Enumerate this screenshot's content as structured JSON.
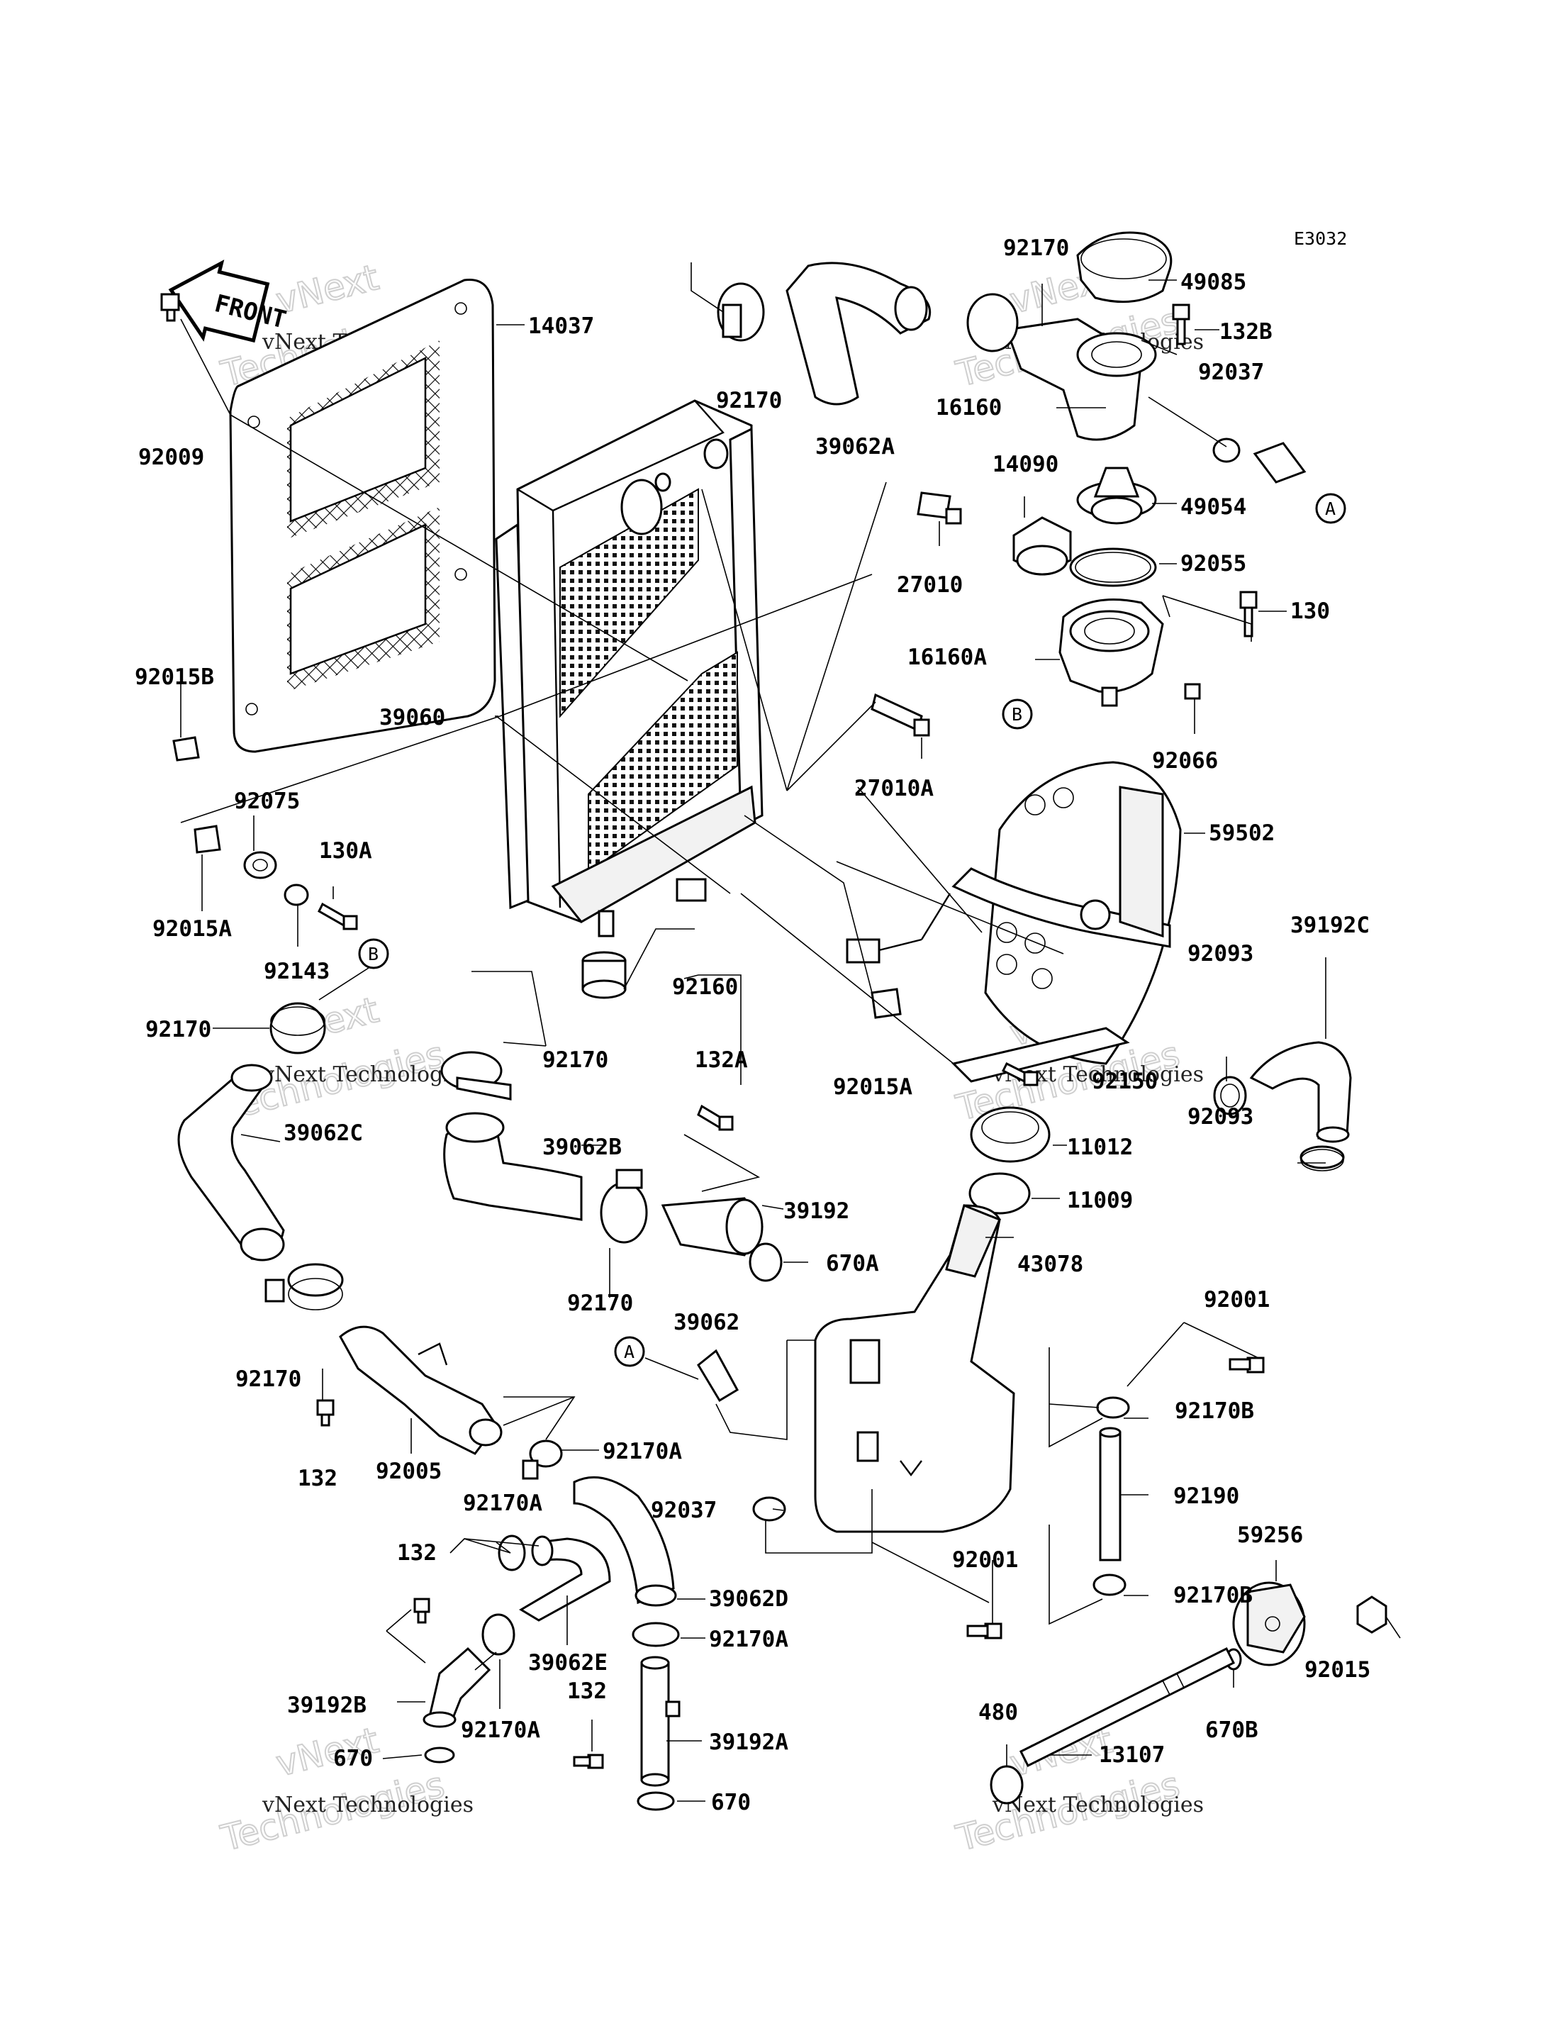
{
  "diagram": {
    "code": "E3032",
    "front_label": "FRONT",
    "watermark": {
      "brand": "vNext",
      "company": "Technologies",
      "byline": "vNext Technologies"
    },
    "ref_markers": [
      "A",
      "B"
    ],
    "labels": {
      "l14037": "14037",
      "l92009": "92009",
      "l92015B": "92015B",
      "l39060": "39060",
      "l92075": "92075",
      "l92015A_1": "92015A",
      "l130A": "130A",
      "l92143": "92143",
      "l92170_1": "92170",
      "l39062A": "39062A",
      "l92170_2": "92170",
      "l49085": "49085",
      "l132B": "132B",
      "l92037_1": "92037",
      "l16160": "16160",
      "l14090": "14090",
      "l49054": "49054",
      "l27010": "27010",
      "l92055": "92055",
      "l130": "130",
      "l16160A": "16160A",
      "l27010A": "27010A",
      "l92066": "92066",
      "l59502": "59502",
      "l39192C": "39192C",
      "l92093_1": "92093",
      "l92093_2": "92093",
      "l92160": "92160",
      "l92170_3": "92170",
      "l92170_4": "92170",
      "l39062C": "39062C",
      "l132A": "132A",
      "l92015A_2": "92015A",
      "l92150": "92150",
      "l11012": "11012",
      "l11009": "11009",
      "l39062B": "39062B",
      "l39192": "39192",
      "l670A": "670A",
      "l43078": "43078",
      "l92170_5": "92170",
      "l39062": "39062",
      "l92001_1": "92001",
      "l92170B_1": "92170B",
      "l92170_6": "92170",
      "l132_1": "132",
      "l92005": "92005",
      "l92170A_1": "92170A",
      "l92190": "92190",
      "l92037_2": "92037",
      "l92170A_2": "92170A",
      "l132_2": "132",
      "l59256": "59256",
      "l92001_2": "92001",
      "l92170B_2": "92170B",
      "l39062D": "39062D",
      "l92170A_3": "92170A",
      "l39062E": "39062E",
      "l132_3": "132",
      "l92015": "92015",
      "l39192B": "39192B",
      "l92170A_4": "92170A",
      "l39192A": "39192A",
      "l670B": "670B",
      "l480": "480",
      "l13107": "13107",
      "l670_1": "670",
      "l670_2": "670"
    }
  }
}
